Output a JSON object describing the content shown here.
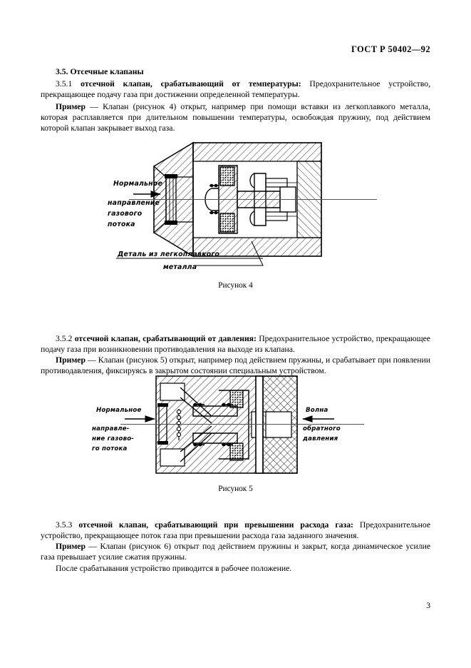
{
  "document": {
    "standard_header": "ГОСТ Р 50402—92",
    "page_number": "3"
  },
  "sections": {
    "heading_35": "3.5.  Отсечные клапаны",
    "clause_351": {
      "number": "3.5.1",
      "term": "отсечной клапан, срабатывающий от температуры:",
      "definition": "Предохранительное устройство, прекращающее подачу газа при достижении определенной температуры.",
      "example_label": "Пример",
      "example_dash": "—",
      "example_text": "Клапан (рисунок 4) открыт, например при помощи вставки из легкоплавкого металла, которая расплавляется при длительном повышении температуры, освобождая пружину, под действием которой клапан закрывает выход газа."
    },
    "clause_352": {
      "number": "3.5.2",
      "term": "отсечной клапан, срабатывающий от давления:",
      "definition": "Предохранительное устройство, прекращающее подачу газа при возникновении противодавления на выходе из клапана.",
      "example_label": "Пример",
      "example_dash": "—",
      "example_text": "Клапан (рисунок 5) открыт, например под действием пружины, и срабатывает при появлении противодавления, фиксируясь в закрытом состоянии специальным устройством."
    },
    "clause_353": {
      "number": "3.5.3",
      "term": "отсечной клапан, срабатывающий при превышении расхода газа:",
      "definition": "Предохранительное устройство, прекращающее поток газа при превышении расхода газа заданного значения.",
      "example_label": "Пример",
      "example_dash": "—",
      "example_text": "Клапан (рисунок 6) открыт под действием пружины и закрыт, когда динамическое усилие газа превышает усилие сжатия пружины.",
      "tail_text": "После срабатывания устройство приводится в рабочее положение."
    }
  },
  "figures": {
    "figure4": {
      "caption": "Рисунок 4",
      "labels": {
        "flow_line1": "Нормальное",
        "flow_line2": "направление",
        "flow_line3": "газового",
        "flow_line4": "потока",
        "part_line1": "Деталь из легкоплавкого",
        "part_line2": "металла"
      }
    },
    "figure5": {
      "caption": "Рисунок 5",
      "labels": {
        "flow_line1": "Нормальное",
        "flow_line2": "направле-",
        "flow_line3": "ние газово-",
        "flow_line4": "го потока",
        "wave_line1": "Волна",
        "wave_line2": "обратного",
        "wave_line3": "давления"
      }
    }
  },
  "colors": {
    "ink": "#000000",
    "paper": "#ffffff"
  }
}
